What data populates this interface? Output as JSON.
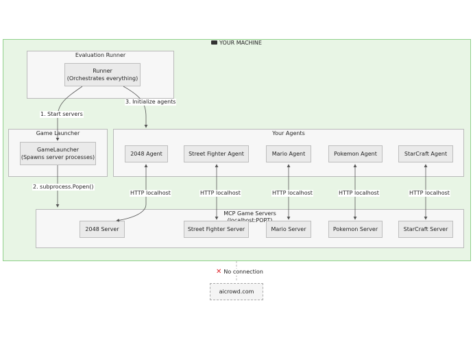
{
  "machine": {
    "title": "YOUR MACHINE"
  },
  "groups": {
    "runner_group": "Evaluation Runner",
    "launcher_group": "Game Launcher",
    "agents_group": "Your Agents",
    "servers_group": "MCP Game Servers\n(localhost:PORT)"
  },
  "nodes": {
    "runner": "Runner\n(Orchestrates everything)",
    "launcher": "GameLauncher\n(Spawns server processes)",
    "agents": [
      "2048 Agent",
      "Street Fighter Agent",
      "Mario Agent",
      "Pokemon Agent",
      "StarCraft Agent"
    ],
    "servers": [
      "2048 Server",
      "Street Fighter Server",
      "Mario Server",
      "Pokemon Server",
      "StarCraft Server"
    ]
  },
  "edges": {
    "start_servers": "1. Start servers",
    "popen": "2. subprocess.Popen()",
    "init_agents": "3. Initialize agents",
    "http": [
      "HTTP localhost",
      "HTTP localhost",
      "HTTP localhost",
      "HTTP localhost",
      "HTTP localhost"
    ]
  },
  "external": {
    "no_connection": "No connection",
    "aicrowd": "aicrowd.com"
  },
  "icons": {
    "machine": "monitor-icon",
    "no_connection": "cross-mark-icon"
  },
  "colors": {
    "machine_bg": "#e8f5e5",
    "machine_border": "#8fd08a",
    "cross": "#e0242b"
  }
}
